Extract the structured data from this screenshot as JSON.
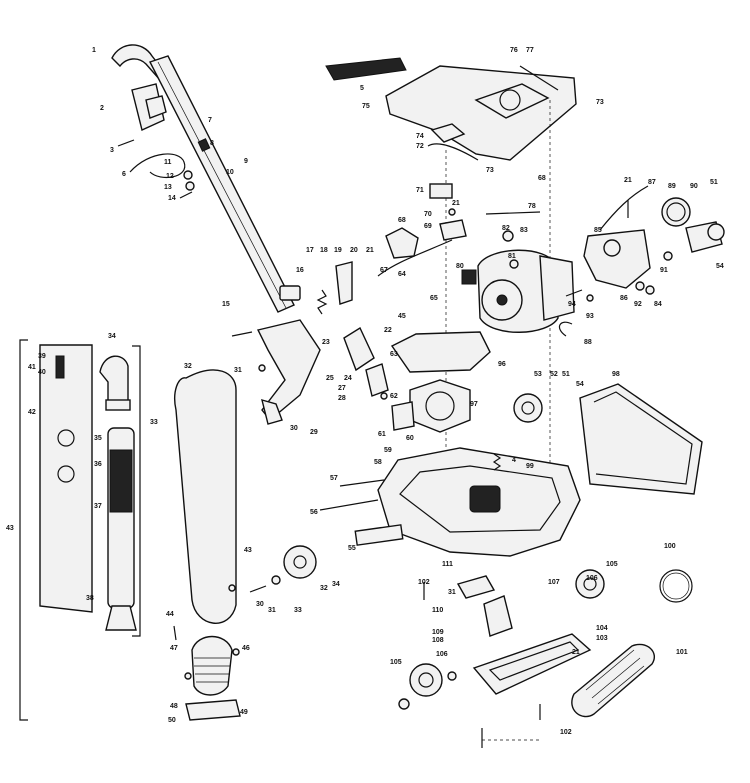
{
  "diagram": {
    "labels": [
      {
        "id": "1",
        "text": "1"
      },
      {
        "id": "2",
        "text": "2"
      },
      {
        "id": "3a",
        "text": "3"
      },
      {
        "id": "4",
        "text": "4"
      },
      {
        "id": "5a",
        "text": "5"
      },
      {
        "id": "6",
        "text": "6"
      },
      {
        "id": "7",
        "text": "7"
      },
      {
        "id": "8",
        "text": "8"
      },
      {
        "id": "9",
        "text": "9"
      },
      {
        "id": "10",
        "text": "10"
      },
      {
        "id": "11",
        "text": "11"
      },
      {
        "id": "12",
        "text": "12"
      },
      {
        "id": "13a",
        "text": "13"
      },
      {
        "id": "14",
        "text": "14"
      },
      {
        "id": "15",
        "text": "15"
      },
      {
        "id": "16",
        "text": "16"
      },
      {
        "id": "17",
        "text": "17"
      },
      {
        "id": "18",
        "text": "18"
      },
      {
        "id": "19",
        "text": "19"
      },
      {
        "id": "20",
        "text": "20"
      },
      {
        "id": "21a",
        "text": "21"
      },
      {
        "id": "21b",
        "text": "21"
      },
      {
        "id": "21c",
        "text": "21"
      },
      {
        "id": "21d",
        "text": "21"
      },
      {
        "id": "22",
        "text": "22"
      },
      {
        "id": "23",
        "text": "23"
      },
      {
        "id": "24",
        "text": "24"
      },
      {
        "id": "25",
        "text": "25"
      },
      {
        "id": "27",
        "text": "27"
      },
      {
        "id": "28",
        "text": "28"
      },
      {
        "id": "29",
        "text": "29"
      },
      {
        "id": "30a",
        "text": "30"
      },
      {
        "id": "30b",
        "text": "30"
      },
      {
        "id": "31a",
        "text": "31"
      },
      {
        "id": "31b",
        "text": "31"
      },
      {
        "id": "31c",
        "text": "31"
      },
      {
        "id": "32a",
        "text": "32"
      },
      {
        "id": "32b",
        "text": "32"
      },
      {
        "id": "33a",
        "text": "33"
      },
      {
        "id": "33b",
        "text": "33"
      },
      {
        "id": "34a",
        "text": "34"
      },
      {
        "id": "34b",
        "text": "34"
      },
      {
        "id": "35",
        "text": "35"
      },
      {
        "id": "36",
        "text": "36"
      },
      {
        "id": "37",
        "text": "37"
      },
      {
        "id": "38",
        "text": "38"
      },
      {
        "id": "39",
        "text": "39"
      },
      {
        "id": "40",
        "text": "40"
      },
      {
        "id": "41",
        "text": "41"
      },
      {
        "id": "42",
        "text": "42"
      },
      {
        "id": "43a",
        "text": "43"
      },
      {
        "id": "43b",
        "text": "43"
      },
      {
        "id": "44",
        "text": "44"
      },
      {
        "id": "45",
        "text": "45"
      },
      {
        "id": "46",
        "text": "46"
      },
      {
        "id": "47",
        "text": "47"
      },
      {
        "id": "48",
        "text": "48"
      },
      {
        "id": "49",
        "text": "49"
      },
      {
        "id": "50",
        "text": "50"
      },
      {
        "id": "51a",
        "text": "51"
      },
      {
        "id": "51b",
        "text": "51"
      },
      {
        "id": "52",
        "text": "52"
      },
      {
        "id": "53",
        "text": "53"
      },
      {
        "id": "54a",
        "text": "54"
      },
      {
        "id": "54b",
        "text": "54"
      },
      {
        "id": "55",
        "text": "55"
      },
      {
        "id": "56",
        "text": "56"
      },
      {
        "id": "57",
        "text": "57"
      },
      {
        "id": "58",
        "text": "58"
      },
      {
        "id": "59",
        "text": "59"
      },
      {
        "id": "60",
        "text": "60"
      },
      {
        "id": "61",
        "text": "61"
      },
      {
        "id": "62",
        "text": "62"
      },
      {
        "id": "63",
        "text": "63"
      },
      {
        "id": "64",
        "text": "64"
      },
      {
        "id": "65",
        "text": "65"
      },
      {
        "id": "67",
        "text": "67"
      },
      {
        "id": "68a",
        "text": "68"
      },
      {
        "id": "68b",
        "text": "68"
      },
      {
        "id": "69",
        "text": "69"
      },
      {
        "id": "70",
        "text": "70"
      },
      {
        "id": "71",
        "text": "71"
      },
      {
        "id": "72",
        "text": "72"
      },
      {
        "id": "73a",
        "text": "73"
      },
      {
        "id": "73b",
        "text": "73"
      },
      {
        "id": "74",
        "text": "74"
      },
      {
        "id": "75",
        "text": "75"
      },
      {
        "id": "76",
        "text": "76"
      },
      {
        "id": "77",
        "text": "77"
      },
      {
        "id": "78",
        "text": "78"
      },
      {
        "id": "80",
        "text": "80"
      },
      {
        "id": "81",
        "text": "81"
      },
      {
        "id": "82",
        "text": "82"
      },
      {
        "id": "83",
        "text": "83"
      },
      {
        "id": "84",
        "text": "84"
      },
      {
        "id": "85",
        "text": "85"
      },
      {
        "id": "86",
        "text": "86"
      },
      {
        "id": "87",
        "text": "87"
      },
      {
        "id": "88",
        "text": "88"
      },
      {
        "id": "89",
        "text": "89"
      },
      {
        "id": "90",
        "text": "90"
      },
      {
        "id": "91",
        "text": "91"
      },
      {
        "id": "92",
        "text": "92"
      },
      {
        "id": "93",
        "text": "93"
      },
      {
        "id": "94",
        "text": "94"
      },
      {
        "id": "96",
        "text": "96"
      },
      {
        "id": "97",
        "text": "97"
      },
      {
        "id": "98",
        "text": "98"
      },
      {
        "id": "99",
        "text": "99"
      },
      {
        "id": "100",
        "text": "100"
      },
      {
        "id": "101",
        "text": "101"
      },
      {
        "id": "102a",
        "text": "102"
      },
      {
        "id": "102b",
        "text": "102"
      },
      {
        "id": "103",
        "text": "103"
      },
      {
        "id": "104",
        "text": "104"
      },
      {
        "id": "105a",
        "text": "105"
      },
      {
        "id": "105b",
        "text": "105"
      },
      {
        "id": "106a",
        "text": "106"
      },
      {
        "id": "106b",
        "text": "106"
      },
      {
        "id": "107",
        "text": "107"
      },
      {
        "id": "108",
        "text": "108"
      },
      {
        "id": "109",
        "text": "109"
      },
      {
        "id": "110",
        "text": "110"
      },
      {
        "id": "111",
        "text": "111"
      }
    ]
  }
}
